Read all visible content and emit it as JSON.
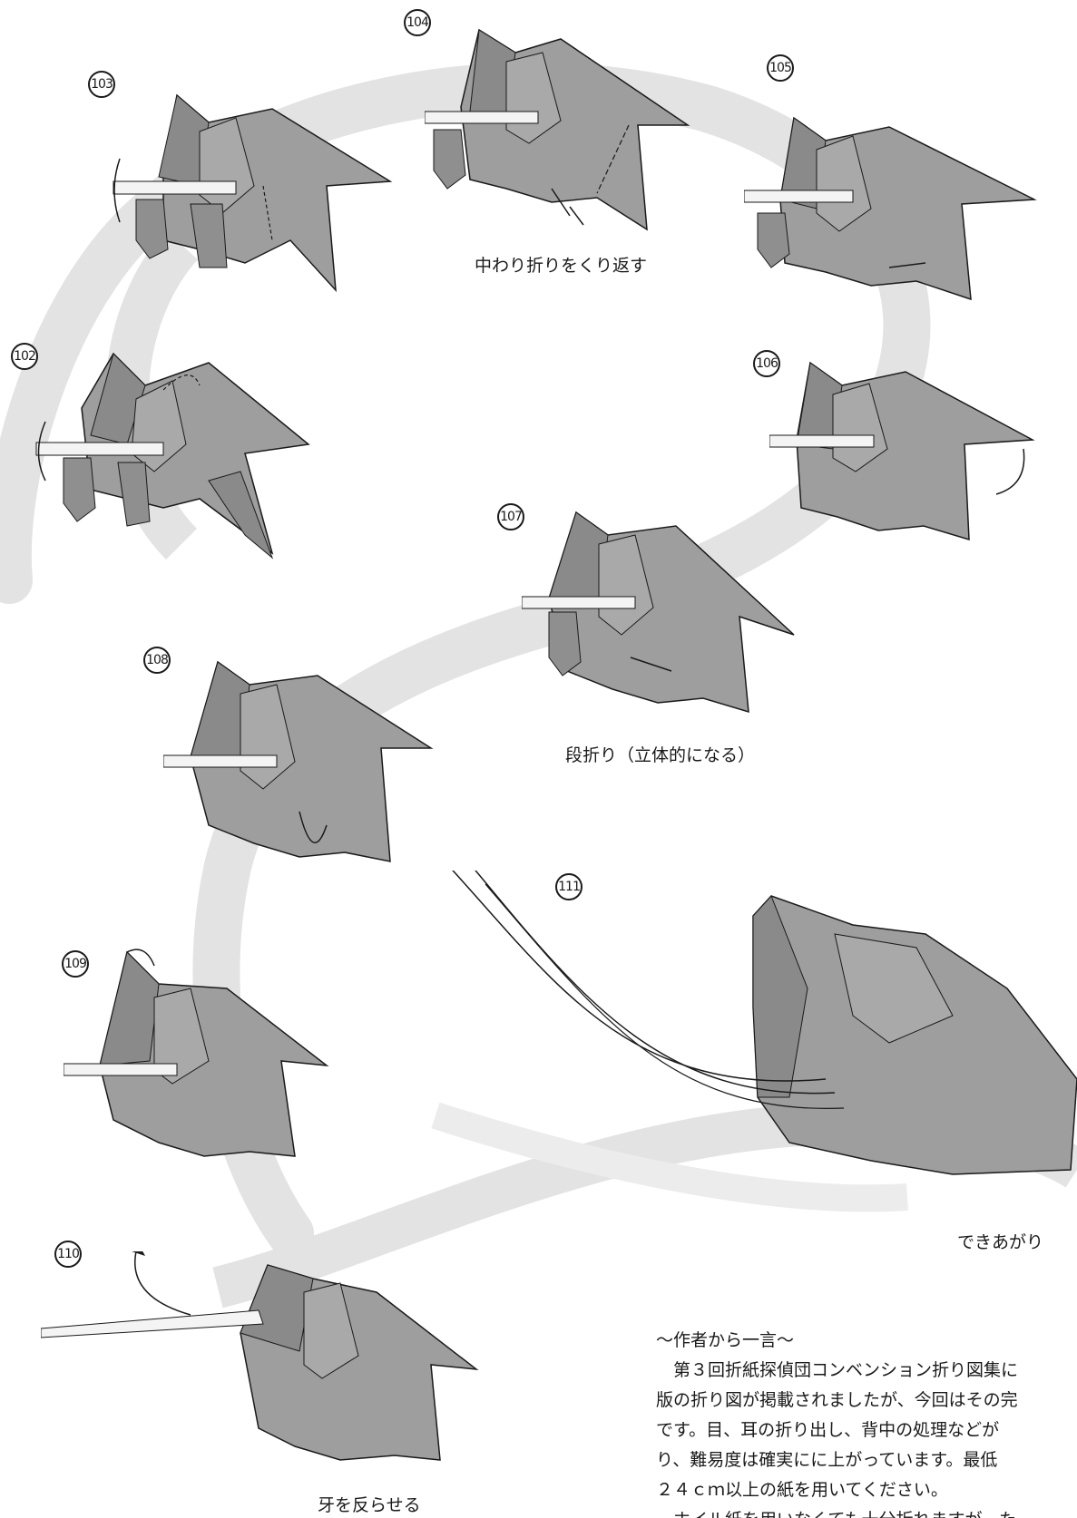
{
  "steps": [
    {
      "number": "102",
      "caption": ""
    },
    {
      "number": "103",
      "caption": ""
    },
    {
      "number": "104",
      "caption": "中わり折りをくり返す"
    },
    {
      "number": "105",
      "caption": ""
    },
    {
      "number": "106",
      "caption": ""
    },
    {
      "number": "107",
      "caption": "段折り（立体的になる）"
    },
    {
      "number": "108",
      "caption": ""
    },
    {
      "number": "109",
      "caption": ""
    },
    {
      "number": "110",
      "caption": "牙を反らせる"
    },
    {
      "number": "111",
      "caption": "できあがり"
    }
  ],
  "author_note": {
    "heading": "〜作者から一言〜",
    "lines": [
      "　第３回折紙探偵団コンベンション折り図集に",
      "版の折り図が掲載されましたが、今回はその完",
      "です。目、耳の折り出し、背中の処理などが",
      "り、難易度は確実にに上がっています。最低",
      "２４ｃｍ以上の紙を用いてください。",
      "　ホイル紙を用いなくても十分折れますが、た"
    ]
  },
  "colors": {
    "paper_gray": "#9e9e9e",
    "paper_dark": "#7a7a7a",
    "swirl": "#e3e3e3",
    "line": "#1a1a1a"
  }
}
